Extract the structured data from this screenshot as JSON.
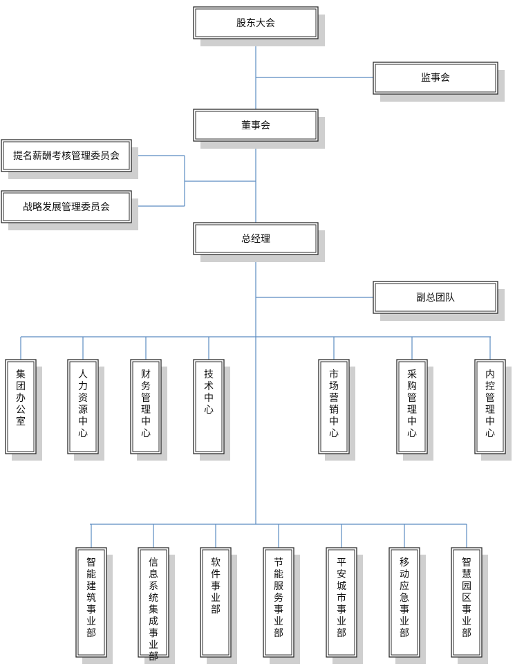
{
  "top_nodes": {
    "shareholders": "股东大会",
    "supervisors": "监事会",
    "board": "董事会",
    "nomination_committee": "提名薪酬考核管理委员会",
    "strategy_committee": "战略发展管理委员会",
    "general_manager": "总经理",
    "deputy_team": "副总团队"
  },
  "centers": [
    "集团办公室",
    "人力资源中心",
    "财务管理中心",
    "技术中心",
    "市场营销中心",
    "采购管理中心",
    "内控管理中心"
  ],
  "business_units": [
    "智能建筑事业部",
    "信息系统集成事业部",
    "软件事业部",
    "节能服务事业部",
    "平安城市事业部",
    "移动应急事业部",
    "智慧园区事业部"
  ],
  "colors": {
    "connector": "#5b8bc0",
    "border": "#2b2b2b",
    "shadow": "#cfcfcf"
  }
}
